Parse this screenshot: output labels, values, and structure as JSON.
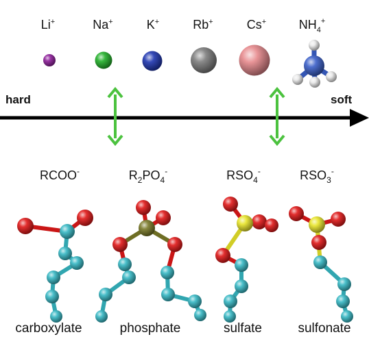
{
  "cations": [
    {
      "base": "Li",
      "sup": "+",
      "color": "#8e1f9a"
    },
    {
      "base": "Na",
      "sup": "+",
      "color": "#22b02a"
    },
    {
      "base": "K",
      "sup": "+",
      "color": "#1e36b0"
    },
    {
      "base": "Rb",
      "sup": "+",
      "color": "#7d7d7d"
    },
    {
      "base": "Cs",
      "sup": "+",
      "color": "#e7898d"
    }
  ],
  "ammonium": {
    "base": "NH",
    "sub": "4",
    "sup": "+",
    "n_color": "#3a5fc8",
    "h_color": "#e9e9e9"
  },
  "scale": {
    "left": "hard",
    "right": "soft",
    "arrow_color": "#4cc23f"
  },
  "anions": [
    {
      "formula": [
        {
          "t": "RCOO"
        },
        {
          "t": "-",
          "sup": true
        }
      ],
      "name": "carboxylate"
    },
    {
      "formula": [
        {
          "t": "R"
        },
        {
          "t": "2",
          "sub": true
        },
        {
          "t": "PO"
        },
        {
          "t": "4",
          "sub": true
        },
        {
          "t": "-",
          "sup": true
        }
      ],
      "name": "phosphate"
    },
    {
      "formula": [
        {
          "t": "RSO"
        },
        {
          "t": "4",
          "sub": true
        },
        {
          "t": "-",
          "sup": true
        }
      ],
      "name": "sulfate"
    },
    {
      "formula": [
        {
          "t": "RSO"
        },
        {
          "t": "3",
          "sub": true
        },
        {
          "t": "-",
          "sup": true
        }
      ],
      "name": "sulfonate"
    }
  ],
  "atom_colors": {
    "carbon": "#36b8c4",
    "oxygen": "#e01818",
    "phosphorus": "#7a7a28",
    "sulfur": "#e8e42a"
  }
}
